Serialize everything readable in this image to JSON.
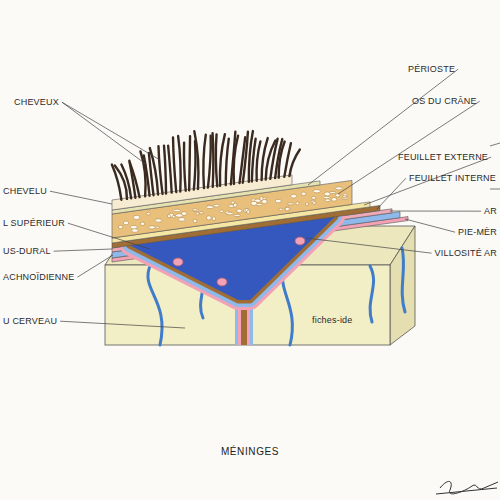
{
  "diagram": {
    "caption": "MÉNINGES",
    "labels": [
      "CHEVEUX",
      "CHEVELU",
      "L SUPÉRIEUR",
      "US-DURAL",
      "ACHNOÏDIENNE",
      "U CERVEAU",
      "PÉRIOSTE",
      "OS DU CRÂNE",
      "FEUILLET EXTERNE",
      "FEUILLET INTERNE",
      "AR",
      "PIE-MÈR",
      "VILLOSITÉ AR",
      "fiches-ide"
    ]
  }
}
